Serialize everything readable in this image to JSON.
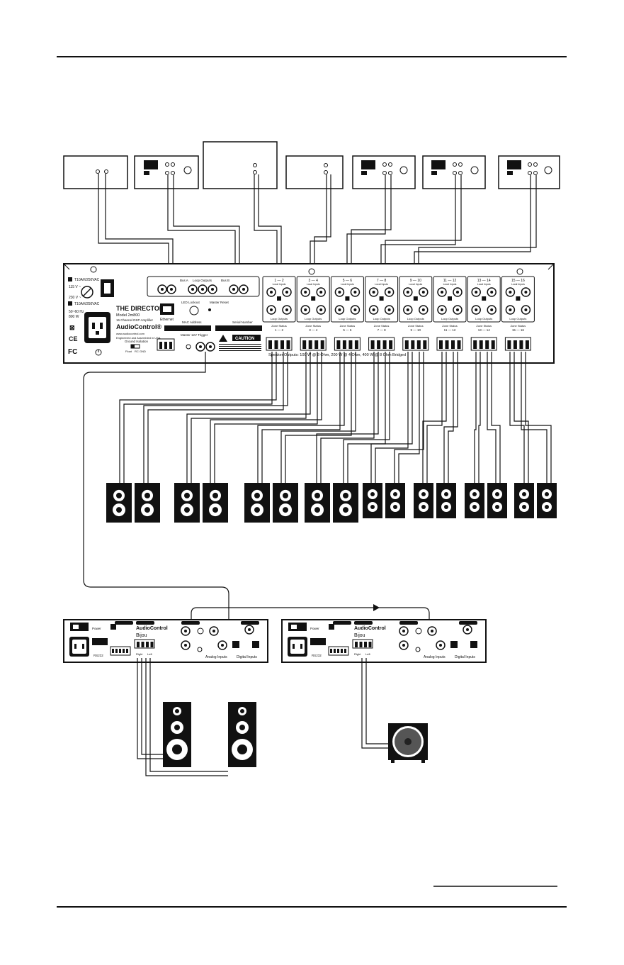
{
  "amp": {
    "fuse_top": "T10AH/250VAC",
    "voltage_115": "115 V ~",
    "voltage_230": "230 V ~",
    "fuse_bottom": "T10AH/250VAC",
    "power_spec_1": "50~60 Hz",
    "power_spec_2": "800 W",
    "title": "THE DIRECTOR®",
    "model": "Model 2m800",
    "subtitle": "16 Channel DSP Amplifier",
    "brand": "AudioControl®",
    "website": "www.audiocontrol.com",
    "assembled": "Engineered and Assembled in USA",
    "ethernet_label": "Ethernet",
    "led_label": "LED Lockout",
    "master_reset": "Master Reset",
    "mac_label": "MAC Address",
    "serial_label": "Serial Number",
    "ground_label": "Ground Isolation",
    "ground_options": [
      "Float",
      "RC",
      "GND"
    ],
    "trigger_label": "Master 12V Trigger",
    "caution": "CAUTION",
    "bus_a": "Bus A",
    "bus_b": "Bus B",
    "loop_outputs": "Loop Outputs",
    "local_inputs": "Local Inputs",
    "zone_status": "Zone Status",
    "channel_pairs": [
      "1 — 2",
      "3 — 4",
      "5 — 6",
      "7 — 8",
      "9 — 10",
      "11 — 12",
      "13 — 14",
      "15 — 16"
    ],
    "speaker_outputs_caption": "Speaker Outputs: 100 W @ 8 Ohm, 200 W @ 4 Ohm, 400 W @ 8 Ohm Bridged"
  },
  "bijou": {
    "brand": "AudioControl",
    "name": "Bijou",
    "power": "Power",
    "rs232": "RS232",
    "analog_inputs": "Analog Inputs",
    "digital_inputs": "Digital Inputs",
    "right": "Right",
    "left": "Left"
  }
}
